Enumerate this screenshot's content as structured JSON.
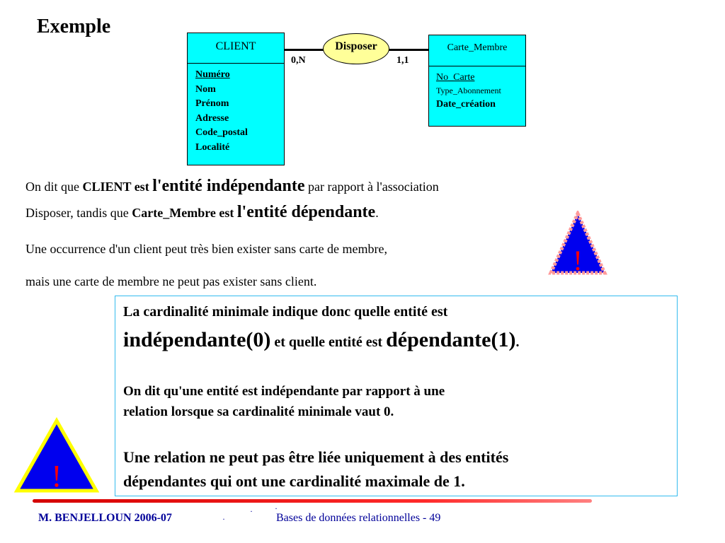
{
  "title": "Exemple",
  "diagram": {
    "client": {
      "name": "CLIENT",
      "attributes": [
        "Numéro",
        "Nom",
        "Prénom",
        "Adresse",
        "Code_postal",
        "Localité"
      ]
    },
    "association": "Disposer",
    "carte": {
      "name": "Carte_Membre",
      "attr1": "No_Carte",
      "attr2": "Type_Abonnement",
      "attr3": "Date_création"
    },
    "card_left": "0,N",
    "card_right": "1,1"
  },
  "text": {
    "l1a": "On dit que ",
    "l1b": "CLIENT est ",
    "l1c": "l'entité indépendante",
    "l1d": " par rapport à l'association",
    "l2a": "Disposer, tandis que ",
    "l2b": "Carte_Membre est ",
    "l2c": "l'entité dépendante",
    "l2d": ".",
    "l3": "Une occurrence d'un client peut très bien exister sans carte de membre,",
    "l4": "mais une carte de membre ne peut pas exister sans client."
  },
  "box": {
    "p1": "La cardinalité minimale indique donc quelle entité est",
    "p2a": "indépendante(0)",
    "p2b": " et quelle entité est ",
    "p2c": "dépendante(1)",
    "p2d": ".",
    "p3": "On dit qu'une entité est indépendante par rapport à une",
    "p4": "relation lorsque sa cardinalité minimale vaut 0.",
    "p5": "Une relation ne peut pas être liée uniquement à des entités",
    "p6": "dépendantes qui ont une cardinalité maximale de 1."
  },
  "warning_symbol": "!",
  "colors": {
    "entity": "#00ffff",
    "association": "#ffff99",
    "warning_fill": "#0000ee",
    "warning_border": "#ff9999",
    "footer": "#000099"
  },
  "footer": {
    "author": "M. BENJELLOUN 2006-07",
    "course": "Bases de données relationnelles  - 49"
  }
}
